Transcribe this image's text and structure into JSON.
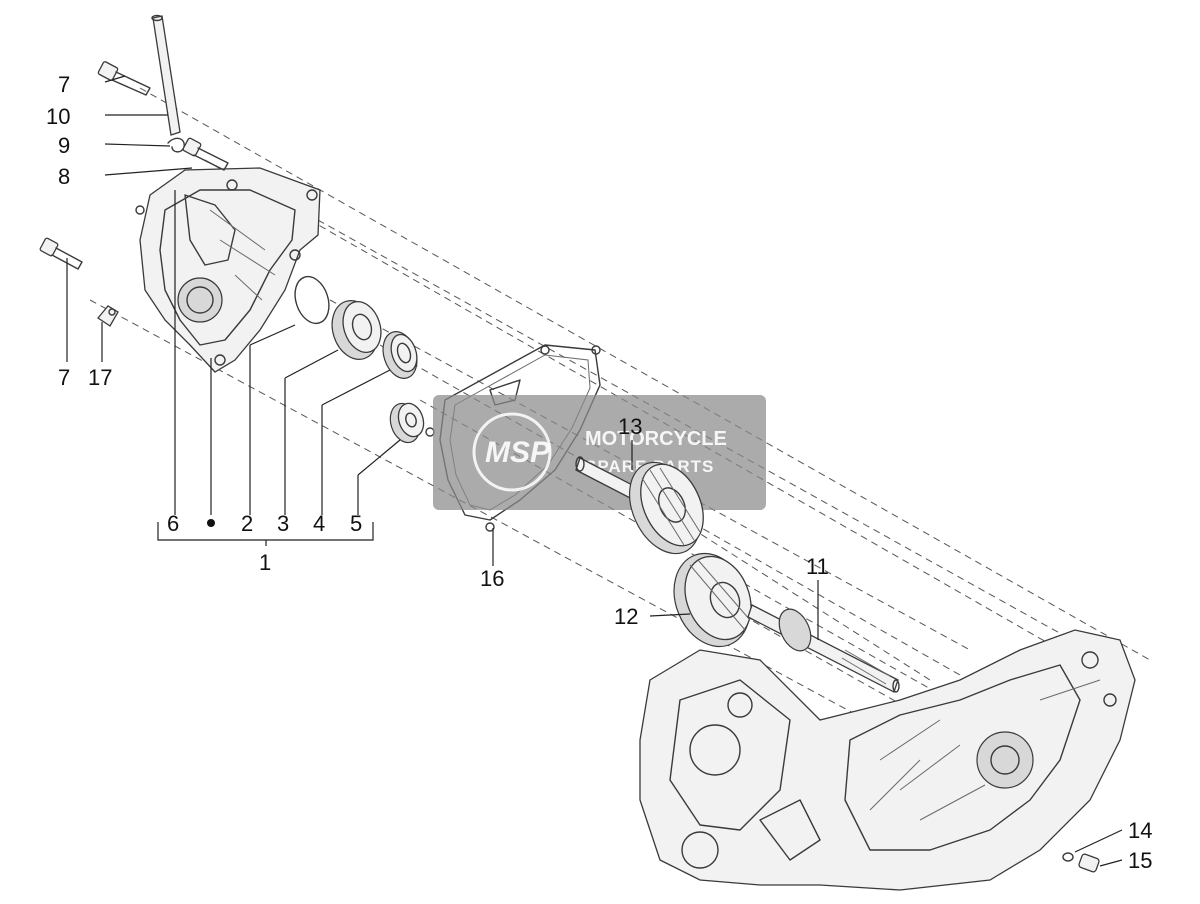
{
  "callouts": {
    "c1": "1",
    "c2": "2",
    "c3": "3",
    "c4": "4",
    "c5": "5",
    "c6": "6",
    "c7a": "7",
    "c7b": "7",
    "c8": "8",
    "c9": "9",
    "c10": "10",
    "c11": "11",
    "c12": "12",
    "c13": "13",
    "c14": "14",
    "c15": "15",
    "c16": "16",
    "c17": "17",
    "dot": "•"
  },
  "watermark": {
    "line1": "MOTORCYCLE",
    "line2": "SPARE PARTS",
    "logo": "MSP"
  },
  "colors": {
    "ink": "#3a3a3a",
    "watermark_bg": "#8a8a8a",
    "watermark_accent": "#e0603a"
  }
}
